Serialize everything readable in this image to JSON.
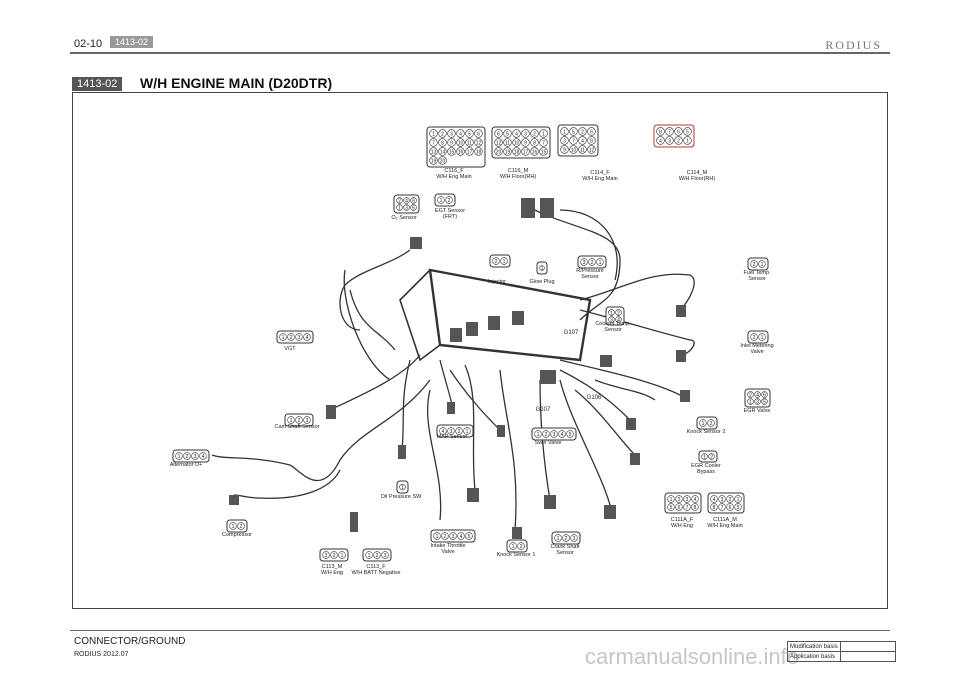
{
  "header": {
    "page_number": "02-10",
    "tag": "1413-02",
    "brand": "RODIUS"
  },
  "section": {
    "code": "1413-02",
    "title": "W/H ENGINE MAIN (D20DTR)"
  },
  "connectors": {
    "c116f": {
      "pins": [
        "1",
        "2",
        "3",
        "4",
        "5",
        "6",
        "7",
        "8",
        "9",
        "10",
        "11",
        "12",
        "13",
        "14",
        "15",
        "16",
        "17",
        "18",
        "19",
        "20"
      ],
      "label": "C116_F",
      "sublabel": "W/H Eng Main"
    },
    "c116m": {
      "pins": [
        "6",
        "5",
        "4",
        "3",
        "2",
        "1",
        "12",
        "11",
        "10",
        "9",
        "8",
        "7",
        "20",
        "19",
        "18",
        "17",
        "16",
        "15"
      ],
      "label": "C116_M",
      "sublabel": "W/H Floor(RH)"
    },
    "c114f": {
      "label": "C114_F",
      "sublabel": "W/H Eng Main",
      "pins": [
        "1",
        "5",
        "2",
        "6",
        "3",
        "7",
        "4",
        "8",
        "9",
        "10",
        "11",
        "12"
      ]
    },
    "c114m": {
      "label": "C114_M",
      "sublabel": "W/H Floor(RH)",
      "pins": [
        "8",
        "7",
        "6",
        "5",
        "4",
        "3",
        "2",
        "1"
      ]
    },
    "o2": {
      "pins": [
        "2",
        "4",
        "6",
        "1",
        "3",
        "5"
      ],
      "label": "O₂ Sensor"
    },
    "egt": {
      "pins": [
        "1",
        "2"
      ],
      "label": "EGT Sensor",
      "sublabel": "(FRT)"
    },
    "injector": {
      "pins": [
        "2",
        "1"
      ],
      "label": "Injector"
    },
    "glow": {
      "pins": [
        "1"
      ],
      "label": "Glow Plug"
    },
    "rpressure": {
      "pins": [
        "3",
        "2",
        "1"
      ],
      "label": "R/Pressure",
      "sublabel": "Sensor"
    },
    "fueltemp": {
      "pins": [
        "2",
        "1"
      ],
      "label": "Fuel Temp.",
      "sublabel": "Sensor"
    },
    "coolant": {
      "pins": [
        "1",
        "2",
        "3",
        "4"
      ],
      "label": "Coolant Temp.",
      "sublabel": "Sensor"
    },
    "g107a": {
      "label": "G107"
    },
    "inlet": {
      "pins": [
        "2",
        "1"
      ],
      "label": "Inlet Metering",
      "sublabel": "Valve"
    },
    "vgt": {
      "pins": [
        "1",
        "2",
        "3",
        "4"
      ],
      "label": "VGT"
    },
    "egr": {
      "pins": [
        "2",
        "4",
        "6",
        "1",
        "3",
        "5"
      ],
      "label": "EGR Valve"
    },
    "g106": {
      "label": "G106"
    },
    "g107b": {
      "label": "G107"
    },
    "camshaft": {
      "pins": [
        "1",
        "2",
        "3"
      ],
      "label": "Cam Shaft Sensor"
    },
    "map": {
      "pins": [
        "4",
        "3",
        "2",
        "1"
      ],
      "label": "MAP Sensor"
    },
    "swirl": {
      "pins": [
        "1",
        "2",
        "3",
        "4",
        "5"
      ],
      "label": "Swirl Valve"
    },
    "knock2": {
      "pins": [
        "1",
        "2"
      ],
      "label": "Knock Sensor 2"
    },
    "alternator": {
      "pins": [
        "1",
        "2",
        "3",
        "4"
      ],
      "label": "Alternator D+"
    },
    "oilpress": {
      "pins": [
        "1"
      ],
      "label": "Oil Pressure SW"
    },
    "egrcooler": {
      "pins": [
        "1",
        "2"
      ],
      "label": "EGR Cooler",
      "sublabel": "Bypass"
    },
    "c111af": {
      "pins": [
        "1",
        "2",
        "3",
        "4",
        "5",
        "6",
        "7",
        "8"
      ],
      "label": "C111A_F",
      "sublabel": "W/H Eng"
    },
    "c111am": {
      "pins": [
        "4",
        "3",
        "2",
        "1",
        "8",
        "7",
        "6",
        "5"
      ],
      "label": "C111A_M",
      "sublabel": "W/H Eng Main"
    },
    "compressor": {
      "pins": [
        "1",
        "2"
      ],
      "label": "Compressor"
    },
    "throttle": {
      "pins": [
        "1",
        "2",
        "3",
        "4",
        "5"
      ],
      "label": "Intake Throttle",
      "sublabel": "Valve"
    },
    "knock1": {
      "pins": [
        "1",
        "2"
      ],
      "label": "Knock Sensor 1"
    },
    "crank": {
      "pins": [
        "1",
        "2",
        "3"
      ],
      "label": "Crank Shaft",
      "sublabel": "Sensor"
    },
    "c113m": {
      "pins": [
        "3",
        "2",
        "1"
      ],
      "label": "C113_M",
      "sublabel": "W/H Eng"
    },
    "c113f": {
      "pins": [
        "1",
        "2",
        "3"
      ],
      "label": "C113_F",
      "sublabel": "W/H BATT Negative"
    }
  },
  "footer": {
    "title": "CONNECTOR/GROUND",
    "date": "RODIUS 2012.07",
    "mod_basis": "Modification basis",
    "app_basis": "Application basis"
  },
  "watermark": "carmanualsonline.info"
}
